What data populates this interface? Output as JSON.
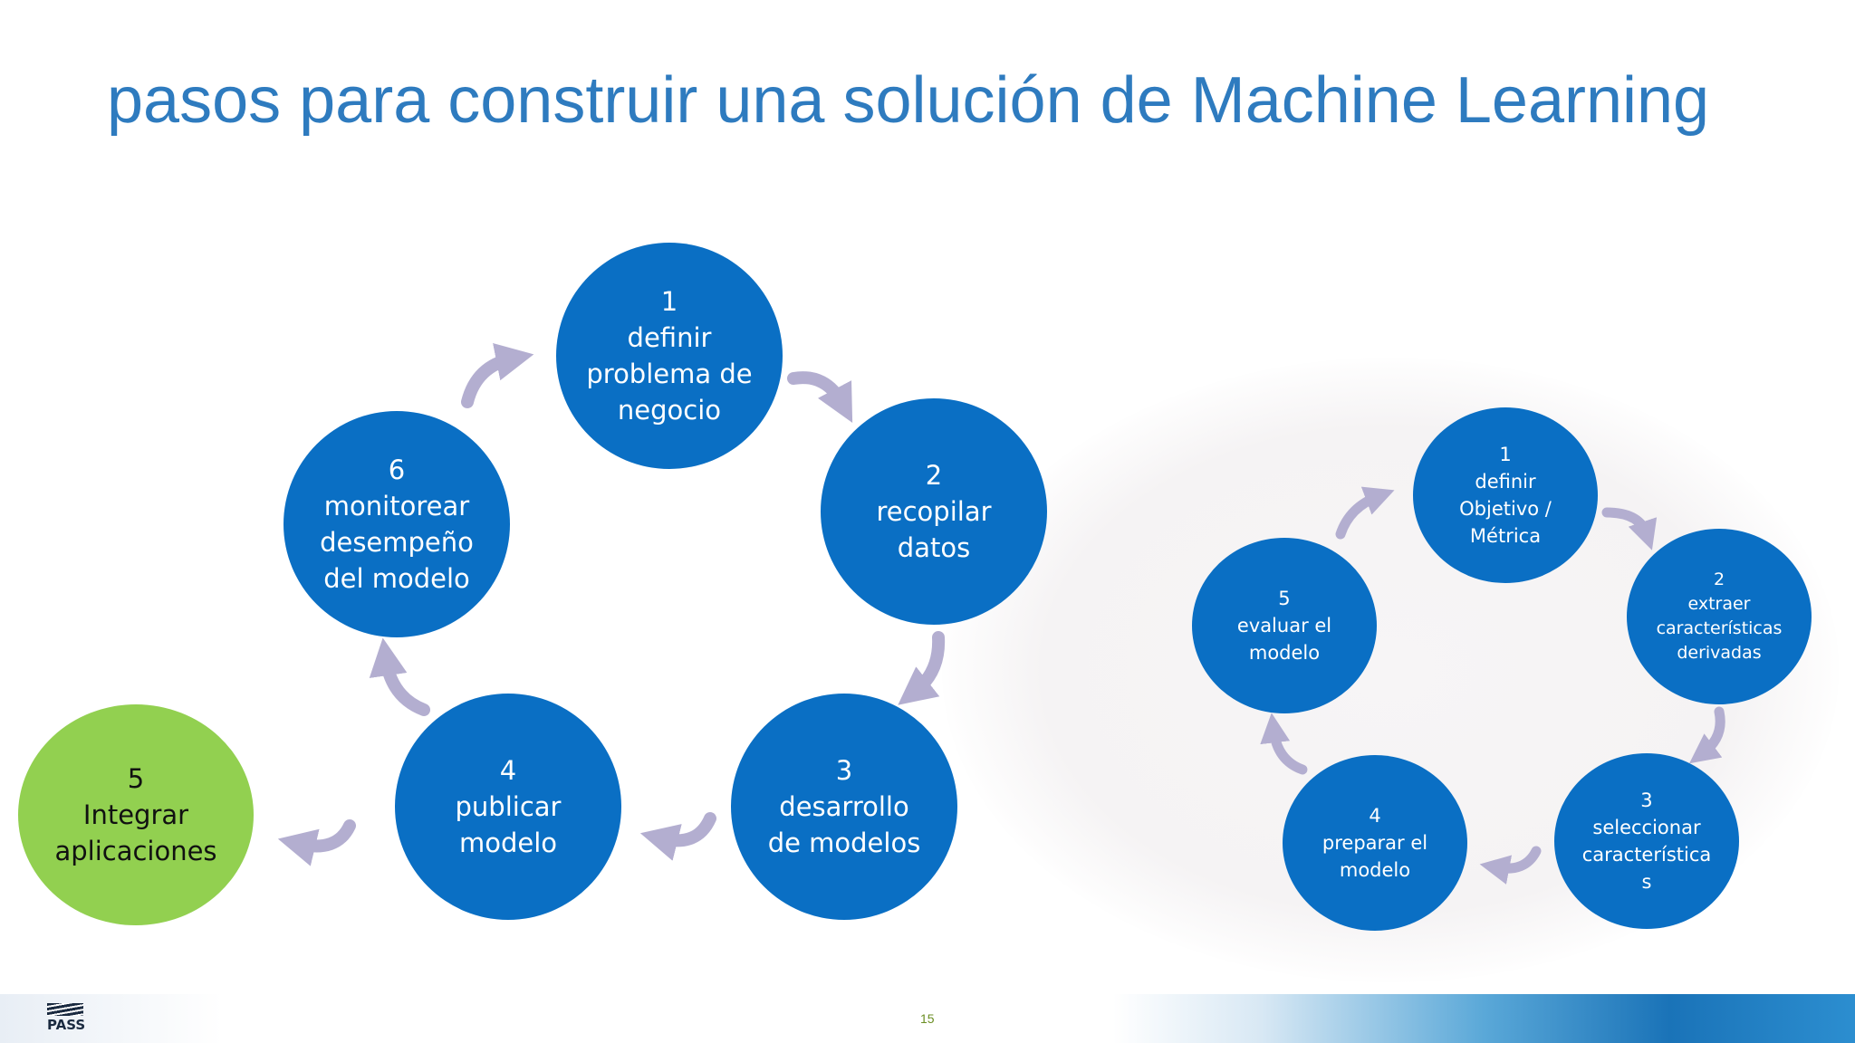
{
  "title": "pasos para construir una solución de Machine Learning",
  "main_cycle": [
    {
      "num": "1",
      "lines": [
        "definir",
        "problema de",
        "negocio"
      ]
    },
    {
      "num": "2",
      "lines": [
        "recopilar",
        "datos"
      ]
    },
    {
      "num": "3",
      "lines": [
        "desarrollo",
        "de modelos"
      ]
    },
    {
      "num": "4",
      "lines": [
        "publicar",
        "modelo"
      ]
    },
    {
      "num": "6",
      "lines": [
        "monitorear",
        "desempeño",
        "del modelo"
      ]
    }
  ],
  "integration": {
    "num": "5",
    "lines": [
      "Integrar",
      "aplicaciones"
    ]
  },
  "sub_cycle": [
    {
      "num": "1",
      "lines": [
        "definir",
        "Objetivo /",
        "Métrica"
      ]
    },
    {
      "num": "2",
      "lines": [
        "extraer",
        "características",
        "derivadas"
      ]
    },
    {
      "num": "3",
      "lines": [
        "seleccionar",
        "característica",
        "s"
      ]
    },
    {
      "num": "4",
      "lines": [
        "preparar el",
        "modelo"
      ]
    },
    {
      "num": "5",
      "lines": [
        "evaluar el",
        "modelo"
      ]
    }
  ],
  "footer": {
    "logo": "PASS",
    "page_number": "15"
  },
  "colors": {
    "title": "#2e7bbf",
    "circle": "#0a6fc4",
    "integration": "#92d050",
    "arrow": "#b3aed0",
    "page_number": "#6b8e23"
  }
}
